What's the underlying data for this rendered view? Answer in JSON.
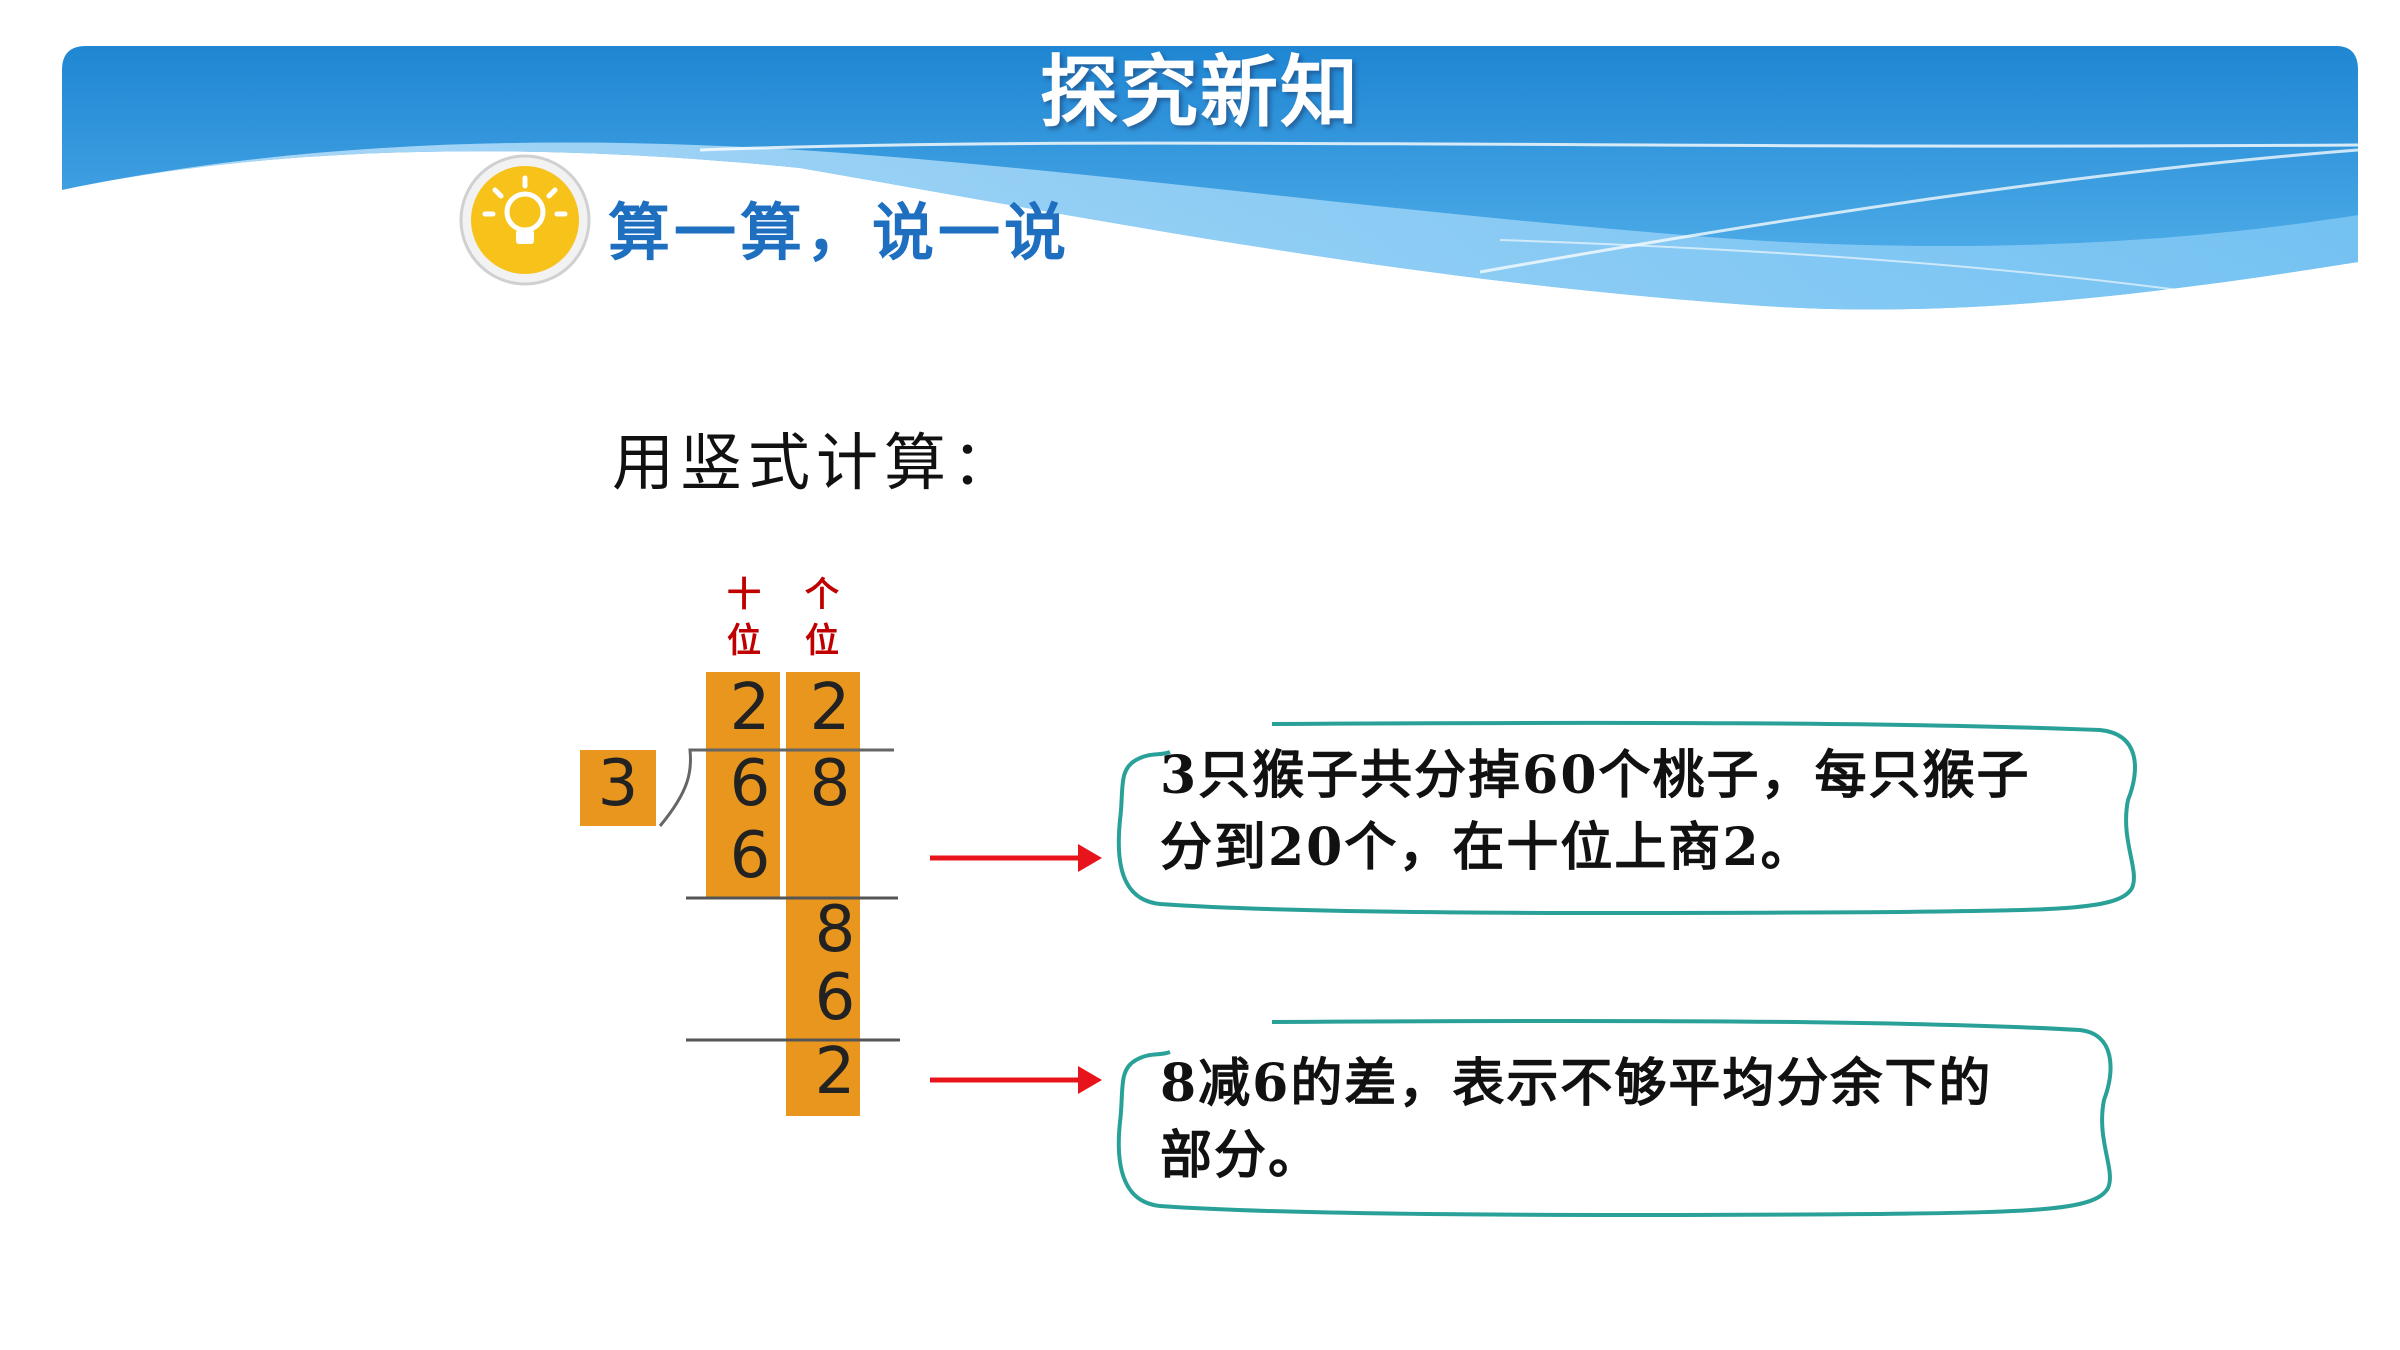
{
  "header": {
    "title": "探究新知"
  },
  "section": {
    "subtitle": "算一算，说一说",
    "icon": "lightbulb-icon"
  },
  "instruction": "用竖式计算：",
  "place_labels": {
    "tens": [
      "十",
      "位"
    ],
    "ones": [
      "个",
      "位"
    ]
  },
  "division": {
    "divisor": "3",
    "dividend": [
      "6",
      "8"
    ],
    "quotient": [
      "2",
      "2"
    ],
    "step1_product": "6",
    "step2_bring_down": "8",
    "step2_product": "6",
    "remainder": "2"
  },
  "notes": [
    {
      "line1": "3只猴子共分掉60个桃子，每只猴子",
      "line2": "分到20个，在十位上商2。"
    },
    {
      "line1": "8减6的差，表示不够平均分余下的",
      "line2": "部分。"
    }
  ],
  "colors": {
    "header_blue": "#2b8fd6",
    "column_orange": "#e8961e",
    "arrow_red": "#e8141c",
    "bubble_teal": "#2aa198",
    "subtitle_blue": "#1f6fc1",
    "label_red": "#c00000"
  }
}
